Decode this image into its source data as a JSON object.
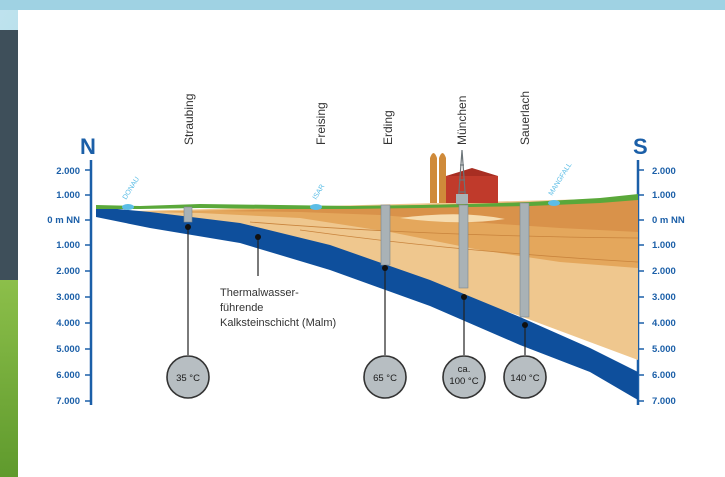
{
  "directions": {
    "north": "N",
    "south": "S"
  },
  "cities": [
    {
      "name": "Straubing"
    },
    {
      "name": "Freising"
    },
    {
      "name": "Erding"
    },
    {
      "name": "München"
    },
    {
      "name": "Sauerlach"
    }
  ],
  "rivers": [
    {
      "name": "DONAU"
    },
    {
      "name": "ISAR"
    },
    {
      "name": "MANGFALL"
    }
  ],
  "depth_axis": {
    "ticks": [
      "2.000",
      "1.000",
      "0 m NN",
      "1.000",
      "2.000",
      "3.000",
      "4.000",
      "5.000",
      "6.000",
      "7.000"
    ]
  },
  "layer_label": [
    "Thermalwasser-",
    "führende",
    "Kalksteinschicht (Malm)"
  ],
  "wells": [
    {
      "temperature": "35 °C"
    },
    {
      "temperature": "65 °C"
    },
    {
      "temperature_line1": "ca.",
      "temperature_line2": "100 °C"
    },
    {
      "temperature": "140 °C"
    }
  ],
  "colors": {
    "malm_layer": "#0e4f9c",
    "axis_blue": "#1b5fa8",
    "surface_green": "#5aa83a",
    "sediment_light": "#efc78e",
    "sediment_mid": "#e1a458",
    "sediment_dark": "#d48d3f",
    "well_casing": "#a9b2b6",
    "temperature_circle": "#b7bec2",
    "church_red": "#c03a2b",
    "church_ochre": "#cf8a3a",
    "river_blue": "#5bbde6"
  }
}
